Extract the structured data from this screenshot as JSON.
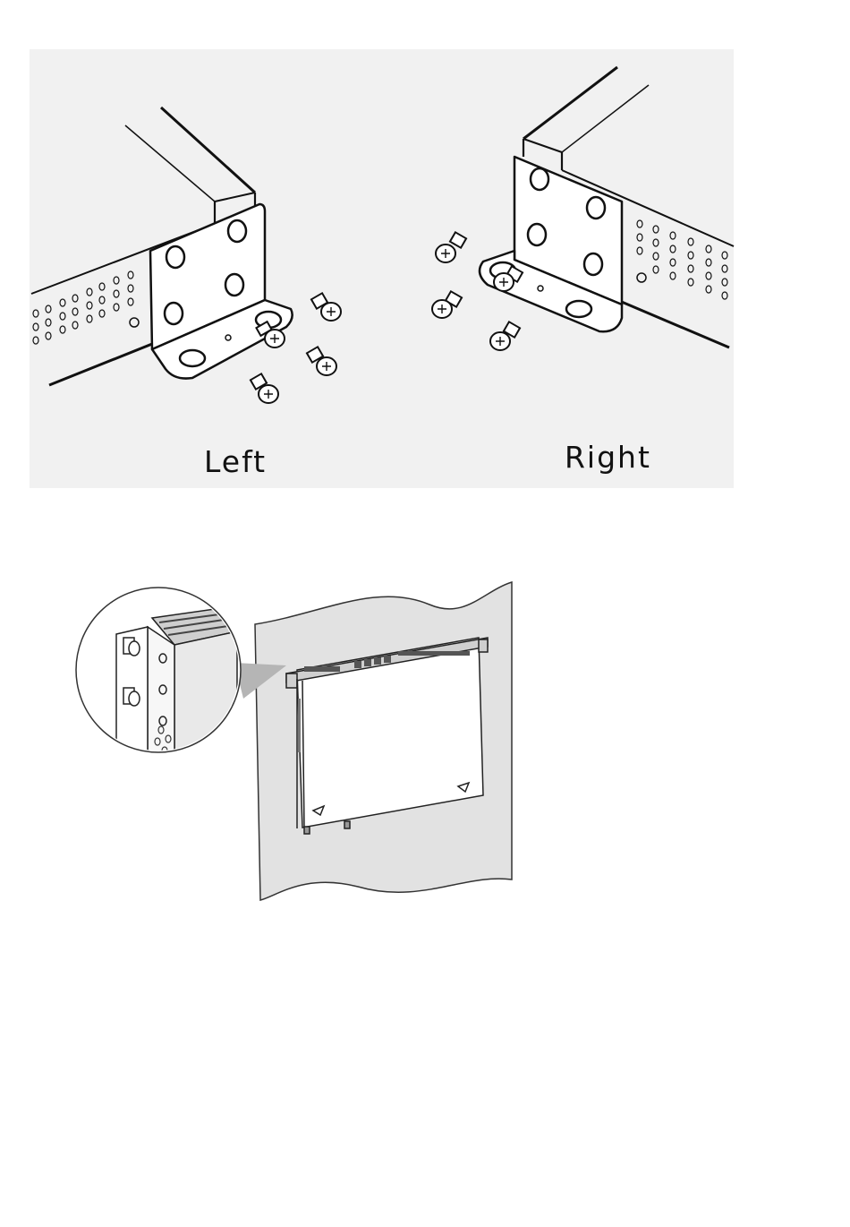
{
  "labels": {
    "left": "Left",
    "right": "Right"
  },
  "colors": {
    "panel": "#f1f1f1",
    "wall": "#e2e2e2",
    "line": "#111111"
  },
  "icons": [
    "screw-icon",
    "bracket-icon",
    "chassis-corner",
    "wall-panel",
    "magnifier-callout"
  ]
}
